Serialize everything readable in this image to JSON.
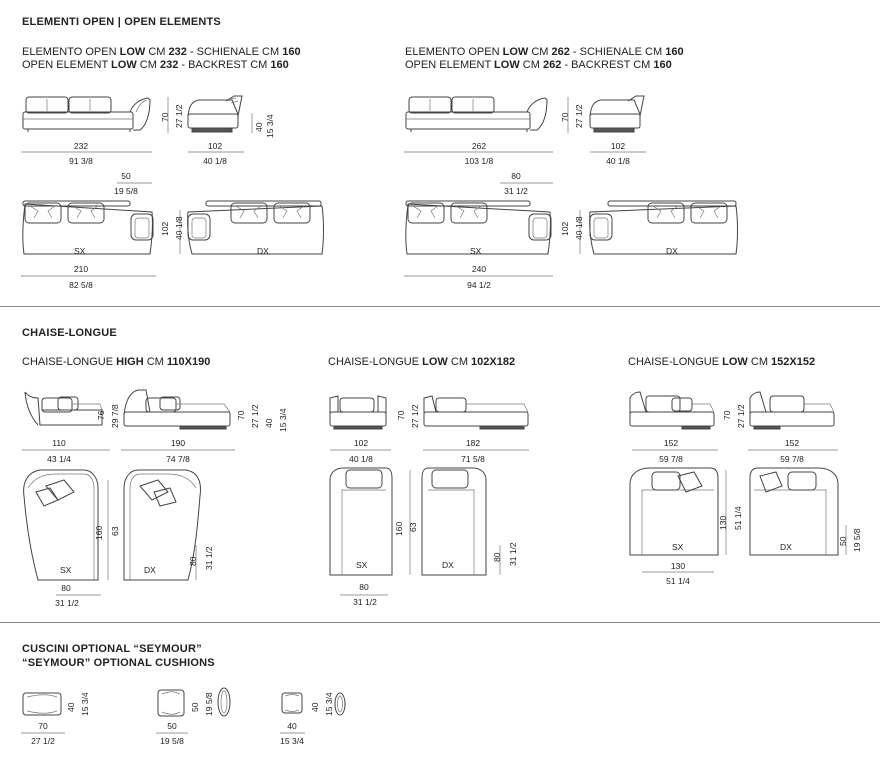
{
  "section1": {
    "title": "ELEMENTI OPEN  |  OPEN ELEMENTS",
    "left": {
      "it_pre": "ELEMENTO OPEN ",
      "it_b1": "LOW",
      "it_mid": " CM ",
      "it_b2": "232",
      "it_post": " - SCHIENALE CM ",
      "it_b3": "160",
      "en_pre": "OPEN ELEMENT ",
      "en_b1": "LOW",
      "en_mid": " CM ",
      "en_b2": "232",
      "en_post": " - BACKREST CM ",
      "en_b3": "160",
      "w1": "232",
      "w1i": "91",
      "w1f": "3/8",
      "d1": "102",
      "d1i": "40",
      "d1f": "1/8",
      "h1": "70",
      "h1i": "27",
      "h1f": "1/2",
      "h2": "40",
      "h2i": "15",
      "h2f": "3/4",
      "arm": "50",
      "armi": "19",
      "armf": "5/8",
      "w2": "210",
      "w2i": "82",
      "w2f": "5/8",
      "d2": "102",
      "d2i": "40",
      "d2f": "1/8",
      "sx": "SX",
      "dx": "DX"
    },
    "right": {
      "it_pre": "ELEMENTO OPEN ",
      "it_b1": "LOW",
      "it_mid": " CM ",
      "it_b2": "262",
      "it_post": " - SCHIENALE CM ",
      "it_b3": "160",
      "en_pre": "OPEN ELEMENT ",
      "en_b1": "LOW",
      "en_mid": " CM ",
      "en_b2": "262",
      "en_post": " - BACKREST CM ",
      "en_b3": "160",
      "w1": "262",
      "w1i": "103",
      "w1f": "1/8",
      "d1": "102",
      "d1i": "40",
      "d1f": "1/8",
      "h1": "70",
      "h1i": "27",
      "h1f": "1/2",
      "arm": "80",
      "armi": "31",
      "armf": "1/2",
      "w2": "240",
      "w2i": "94",
      "w2f": "1/2",
      "d2": "102",
      "d2i": "40",
      "d2f": "1/8",
      "sx": "SX",
      "dx": "DX"
    }
  },
  "section2": {
    "title": "CHAISE-LONGUE",
    "a": {
      "pre": "CHAISE-LONGUE ",
      "b1": "HIGH",
      "mid": " CM ",
      "b2": "110X190",
      "w1": "110",
      "w1i": "43",
      "w1f": "1/4",
      "w2": "190",
      "w2i": "74",
      "w2f": "7/8",
      "h1": "76",
      "h1i": "29",
      "h1f": "7/8",
      "h2": "70",
      "h2i": "27",
      "h2f": "1/2",
      "h3": "40",
      "h3i": "15",
      "h3f": "3/4",
      "l1": "160",
      "l1i": "63",
      "w3": "80",
      "w3i": "31",
      "w3f": "1/2",
      "sx": "SX",
      "dx": "DX",
      "h4": "80",
      "h4i": "31",
      "h4f": "1/2"
    },
    "b": {
      "pre": "CHAISE-LONGUE ",
      "b1": "LOW",
      "mid": " CM ",
      "b2": "102X182",
      "w1": "102",
      "w1i": "40",
      "w1f": "1/8",
      "w2": "182",
      "w2i": "71",
      "w2f": "5/8",
      "h1": "70",
      "h1i": "27",
      "h1f": "1/2",
      "l1": "160",
      "l1i": "63",
      "w3": "80",
      "w3i": "31",
      "w3f": "1/2",
      "sx": "SX",
      "dx": "DX",
      "h4": "80",
      "h4i": "31",
      "h4f": "1/2"
    },
    "c": {
      "pre": "CHAISE-LONGUE ",
      "b1": "LOW",
      "mid": " CM ",
      "b2": "152X152",
      "w1": "152",
      "w1i": "59",
      "w1f": "7/8",
      "w2": "152",
      "w2i": "59",
      "w2f": "7/8",
      "h1": "70",
      "h1i": "27",
      "h1f": "1/2",
      "l1": "130",
      "l1i": "51",
      "l1f": "1/4",
      "w3": "130",
      "w3i": "51",
      "w3f": "1/4",
      "sx": "SX",
      "dx": "DX",
      "h4": "50",
      "h4i": "19",
      "h4f": "5/8"
    }
  },
  "section3": {
    "title1": "CUSCINI OPTIONAL “SEYMOUR”",
    "title2": "“SEYMOUR” OPTIONAL CUSHIONS",
    "c1": {
      "w": "70",
      "wi": "27",
      "wf": "1/2",
      "h": "40",
      "t": "15",
      "tf": "3/4"
    },
    "c2": {
      "w": "50",
      "wi": "19",
      "wf": "5/8",
      "h": "50",
      "t": "19",
      "tf": "5/8"
    },
    "c3": {
      "w": "40",
      "wi": "15",
      "wf": "3/4",
      "h": "40",
      "t": "15",
      "tf": "3/4"
    }
  }
}
